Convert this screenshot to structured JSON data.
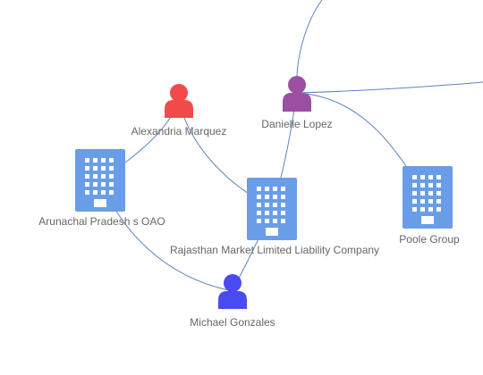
{
  "graph": {
    "colors": {
      "edge": "#4a78b8",
      "company": "#6a9de8",
      "person_red": "#f24a4a",
      "person_purple": "#9b4fa3",
      "person_blue": "#4a4af2",
      "label": "#666666"
    },
    "nodes": {
      "alexandria": {
        "label": "Alexandria Marquez",
        "kind": "person",
        "color": "person_red"
      },
      "danielle": {
        "label": "Danielle Lopez",
        "kind": "person",
        "color": "person_purple"
      },
      "michael": {
        "label": "Michael Gonzales",
        "kind": "person",
        "color": "person_blue"
      },
      "arunachal": {
        "label": "Arunachal Pradesh s OAO",
        "kind": "company",
        "color": "company"
      },
      "rajasthan": {
        "label": "Rajasthan  Market Limited Liability Company",
        "kind": "company",
        "color": "company"
      },
      "poole": {
        "label": "Poole Group",
        "kind": "company",
        "color": "company"
      }
    }
  }
}
